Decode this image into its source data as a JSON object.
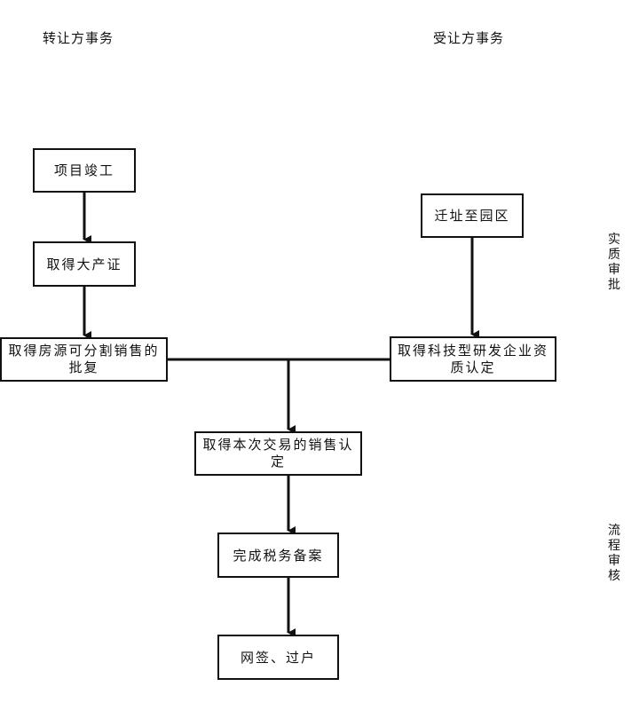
{
  "headers": {
    "left": "转让方事务",
    "right": "受让方事务"
  },
  "side_labels": {
    "top": "实质审批",
    "bottom": "流程审核"
  },
  "nodes": {
    "n1": "项目竣工",
    "n2": "取得大产证",
    "n3": "取得房源可分割销售的批复",
    "n4": "迁址至园区",
    "n5": "取得科技型研发企业资质认定",
    "n6": "取得本次交易的销售认定",
    "n7": "完成税务备案",
    "n8": "网签、过户"
  },
  "edges": [
    {
      "from": "n1",
      "to": "n2"
    },
    {
      "from": "n2",
      "to": "n3"
    },
    {
      "from": "n4",
      "to": "n5"
    },
    {
      "from": "n3",
      "to": "n6"
    },
    {
      "from": "n5",
      "to": "n6"
    },
    {
      "from": "n6",
      "to": "n7"
    },
    {
      "from": "n7",
      "to": "n8"
    }
  ],
  "colors": {
    "line": "#111111",
    "background": "#ffffff"
  }
}
